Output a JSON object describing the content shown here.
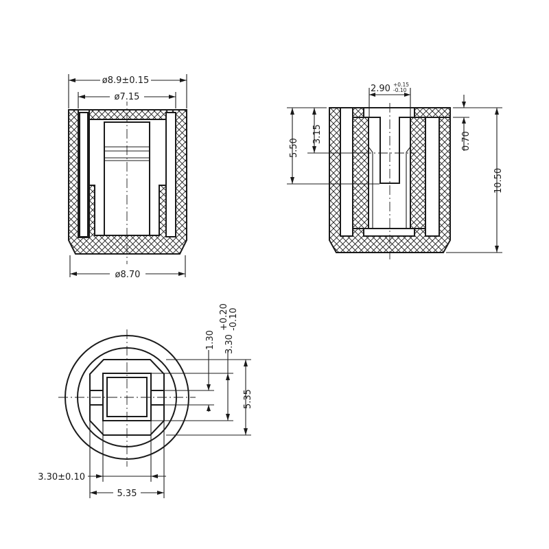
{
  "views": {
    "front": {
      "outer_diameter": "ø8.9±0.15",
      "inner_diameter": "ø7.15",
      "bottom_diameter": "ø8.70"
    },
    "side": {
      "slot_width_base": "2.90",
      "slot_width_upper_tol": "+0.15",
      "slot_width_lower_tol": "-0.10",
      "slot_depth": "3.15",
      "bore_depth": "5.50",
      "top_step": "0.70",
      "total_height": "10.50"
    },
    "bottom": {
      "small_height": "1.30",
      "square_height_base": "3.30",
      "square_height_upper_tol": "+0.20",
      "square_height_lower_tol": "-0.10",
      "outer_height": "5.35",
      "square_width": "3.30±0.10",
      "outer_width": "5.35"
    }
  }
}
